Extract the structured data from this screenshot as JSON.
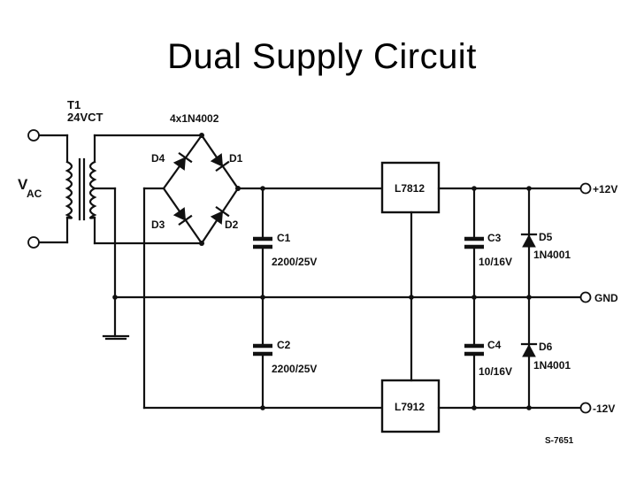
{
  "title": "Dual Supply Circuit",
  "transformer": {
    "name": "T1",
    "rating": "24VCT"
  },
  "input": {
    "label_main": "V",
    "label_sub": "AC"
  },
  "bridge": {
    "label": "4x1N4002",
    "diodes": [
      "D1",
      "D2",
      "D3",
      "D4"
    ]
  },
  "regulators": {
    "positive": "L7812",
    "negative": "L7912"
  },
  "capacitors": [
    {
      "name": "C1",
      "value": "2200/25V"
    },
    {
      "name": "C2",
      "value": "2200/25V"
    },
    {
      "name": "C3",
      "value": "10/16V"
    },
    {
      "name": "C4",
      "value": "10/16V"
    }
  ],
  "protection_diodes": [
    {
      "name": "D5",
      "part": "1N4001"
    },
    {
      "name": "D6",
      "part": "1N4001"
    }
  ],
  "outputs": {
    "positive": "+12V",
    "ground": "GND",
    "negative": "-12V"
  },
  "figure_code": "S-7651"
}
